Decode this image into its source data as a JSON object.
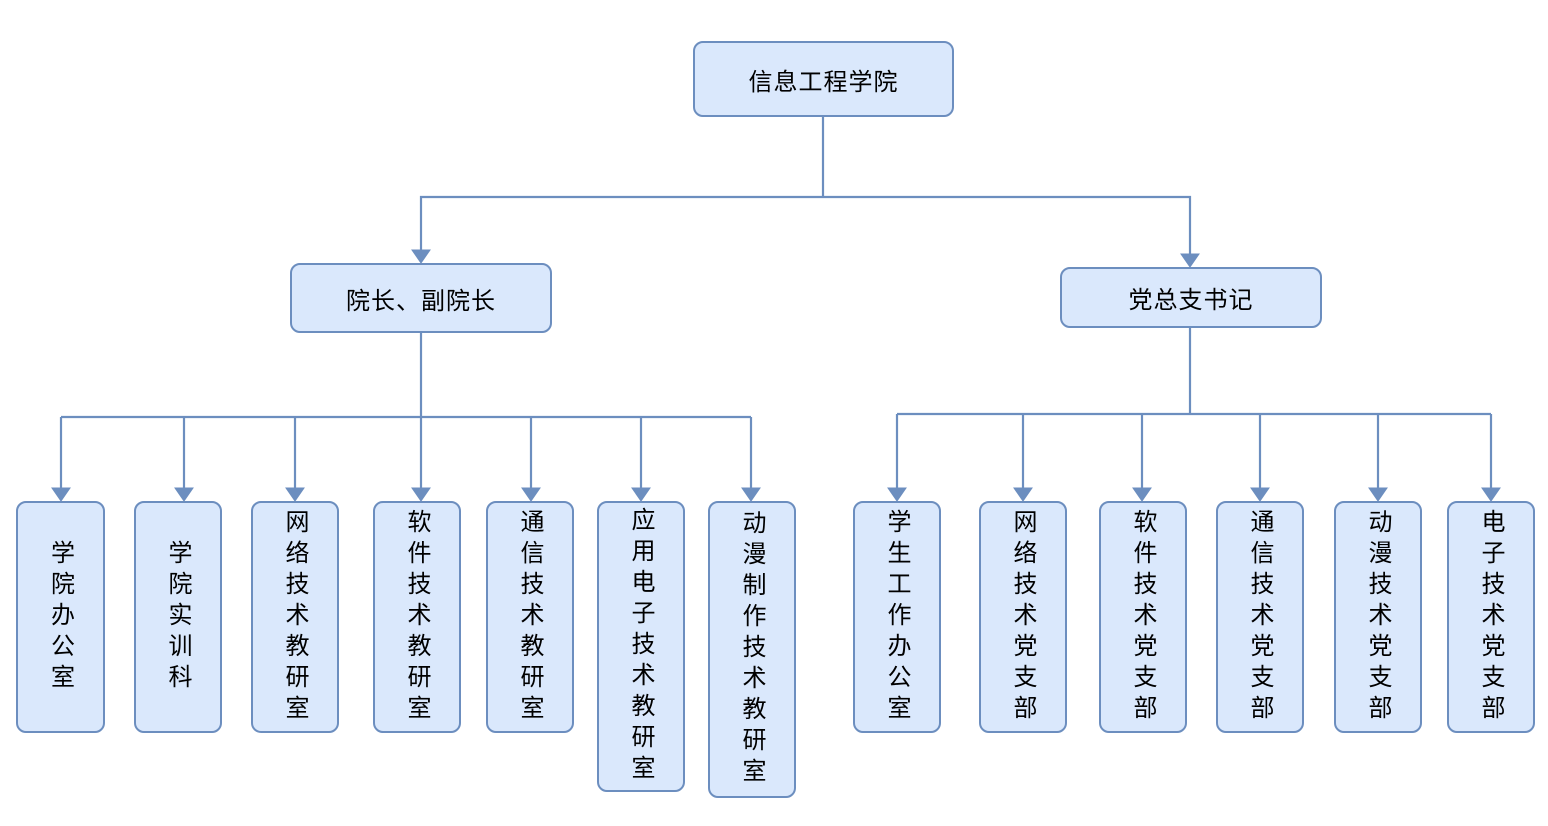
{
  "nodes": {
    "root": {
      "label": "信息工程学院"
    },
    "dean": {
      "label": "院长、副院长"
    },
    "party_secretary": {
      "label": "党总支书记"
    },
    "college_office": {
      "label": "学院办公室"
    },
    "training_section": {
      "label": "学院实训科"
    },
    "network_lab": {
      "label": "网络技术教研室"
    },
    "software_lab": {
      "label": "软件技术教研室"
    },
    "comm_lab": {
      "label": "通信技术教研室"
    },
    "electronics_lab": {
      "label": "应用电子技术教研室"
    },
    "animation_lab": {
      "label": "动漫制作技术教研室"
    },
    "student_office": {
      "label": "学生工作办公室"
    },
    "network_branch": {
      "label": "网络技术党支部"
    },
    "software_branch": {
      "label": "软件技术党支部"
    },
    "comm_branch": {
      "label": "通信技术党支部"
    },
    "animation_branch": {
      "label": "动漫技术党支部"
    },
    "electronics_branch": {
      "label": "电子技术党支部"
    }
  },
  "colors": {
    "node_fill": "#dae8fc",
    "node_border": "#6c8ebf",
    "edge": "#6c8ebf",
    "text": "#000000"
  }
}
